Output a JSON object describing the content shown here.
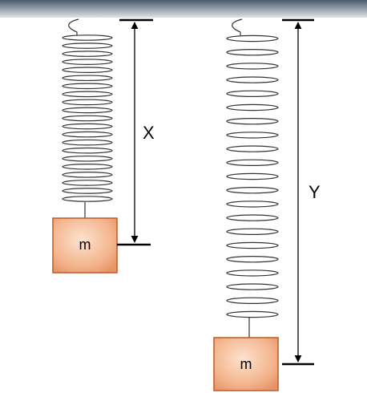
{
  "masses": [
    {
      "id": "mass-1",
      "label": "m"
    },
    {
      "id": "mass-2",
      "label": "m"
    }
  ],
  "dimensions": [
    {
      "id": "dimension-x",
      "label": "X"
    },
    {
      "id": "dimension-y",
      "label": "Y"
    }
  ],
  "colors": {
    "ceiling_top": "#4a5a6a",
    "ceiling_bottom": "#dfe4e9",
    "mass_fill_light": "#fde2cf",
    "mass_fill_dark": "#e8946a",
    "mass_stroke": "#c0622e",
    "spring": "#333333",
    "dimension_line": "#000000"
  }
}
